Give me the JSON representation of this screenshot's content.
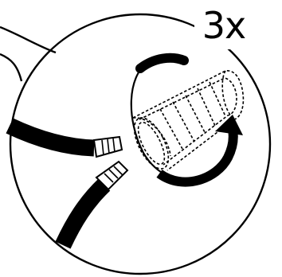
{
  "instruction": {
    "repeat_count_label": "3x"
  },
  "colors": {
    "ink": "#000000",
    "paper": "#ffffff"
  },
  "icons": [
    "magnifier-circle-outline",
    "wire-connector-cap",
    "insulated-wire-with-twisted-tip",
    "rotation-arrow"
  ]
}
